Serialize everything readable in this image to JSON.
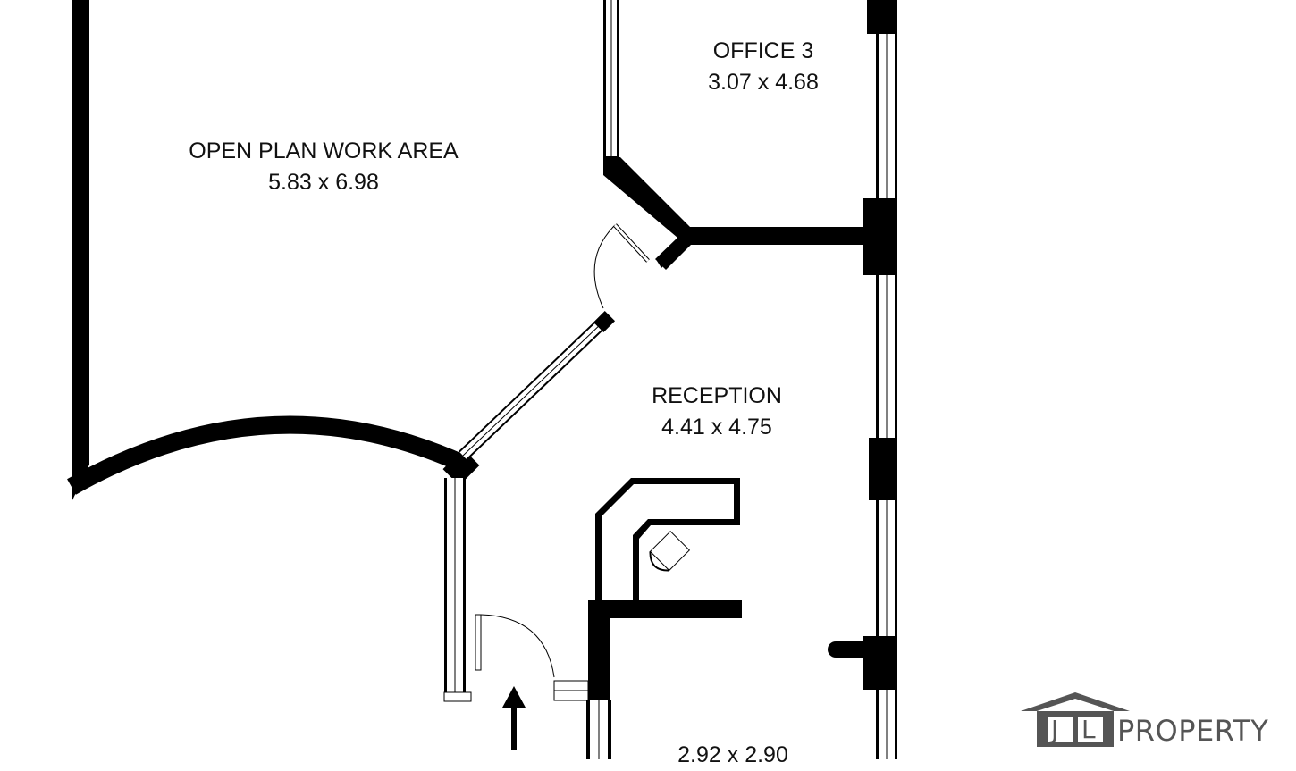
{
  "rooms": [
    {
      "name": "OPEN PLAN WORK AREA",
      "size": "5.83 x 6.98"
    },
    {
      "name": "OFFICE 3",
      "size": "3.07 x 4.68"
    },
    {
      "name": "RECEPTION",
      "size": "4.41 x 4.75"
    },
    {
      "name": "",
      "size": "2.92 x 2.90"
    }
  ],
  "logo": {
    "initials_1": "J",
    "initials_2": "L",
    "word": "PROPERTY",
    "color": "#555555"
  },
  "colors": {
    "wall": "#000000",
    "background": "#ffffff"
  },
  "icons": [
    "entrance-arrow-icon",
    "chair-icon",
    "house-roof-icon"
  ]
}
